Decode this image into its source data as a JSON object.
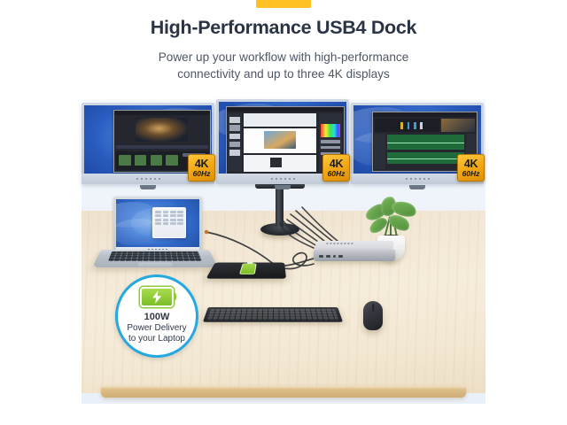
{
  "meta": {
    "layout": "product-marketing-hero",
    "accent_color": "#ffc124",
    "title_color": "#2b3445",
    "subtitle_color": "#4e5666",
    "callout_color": "#23a8e0",
    "badge_color": "#f0a511",
    "desk_color": "#f3e8d3",
    "wall_color": "#eef3fa",
    "background_color": "#ffffff"
  },
  "header": {
    "title": "High-Performance USB4 Dock",
    "subtitle_line1": "Power up your workflow with high-performance",
    "subtitle_line2": "connectivity and up to three 4K displays"
  },
  "badges": {
    "resolution": "4K",
    "refresh_number": "60",
    "refresh_unit": "Hz"
  },
  "monitors": [
    {
      "id": "monitor-left",
      "app": "video-editor",
      "badge_resolution": "4K",
      "badge_refresh": "60Hz"
    },
    {
      "id": "monitor-center",
      "app": "design-document",
      "badge_resolution": "4K",
      "badge_refresh": "60Hz"
    },
    {
      "id": "monitor-right",
      "app": "audio-editor",
      "badge_resolution": "4K",
      "badge_refresh": "60Hz"
    }
  ],
  "devices": {
    "laptop": "Windows 11 laptop with Start menu open",
    "dock": "USB4 docking station",
    "charging_pad": "wireless charging pad",
    "keyboard": "full-size wireless keyboard",
    "mouse": "wireless mouse",
    "plant": "potted monstera plant"
  },
  "callout": {
    "line1": "100W",
    "line2": "Power Delivery",
    "line3": "to your Laptop",
    "icon": "battery-charging-icon"
  }
}
